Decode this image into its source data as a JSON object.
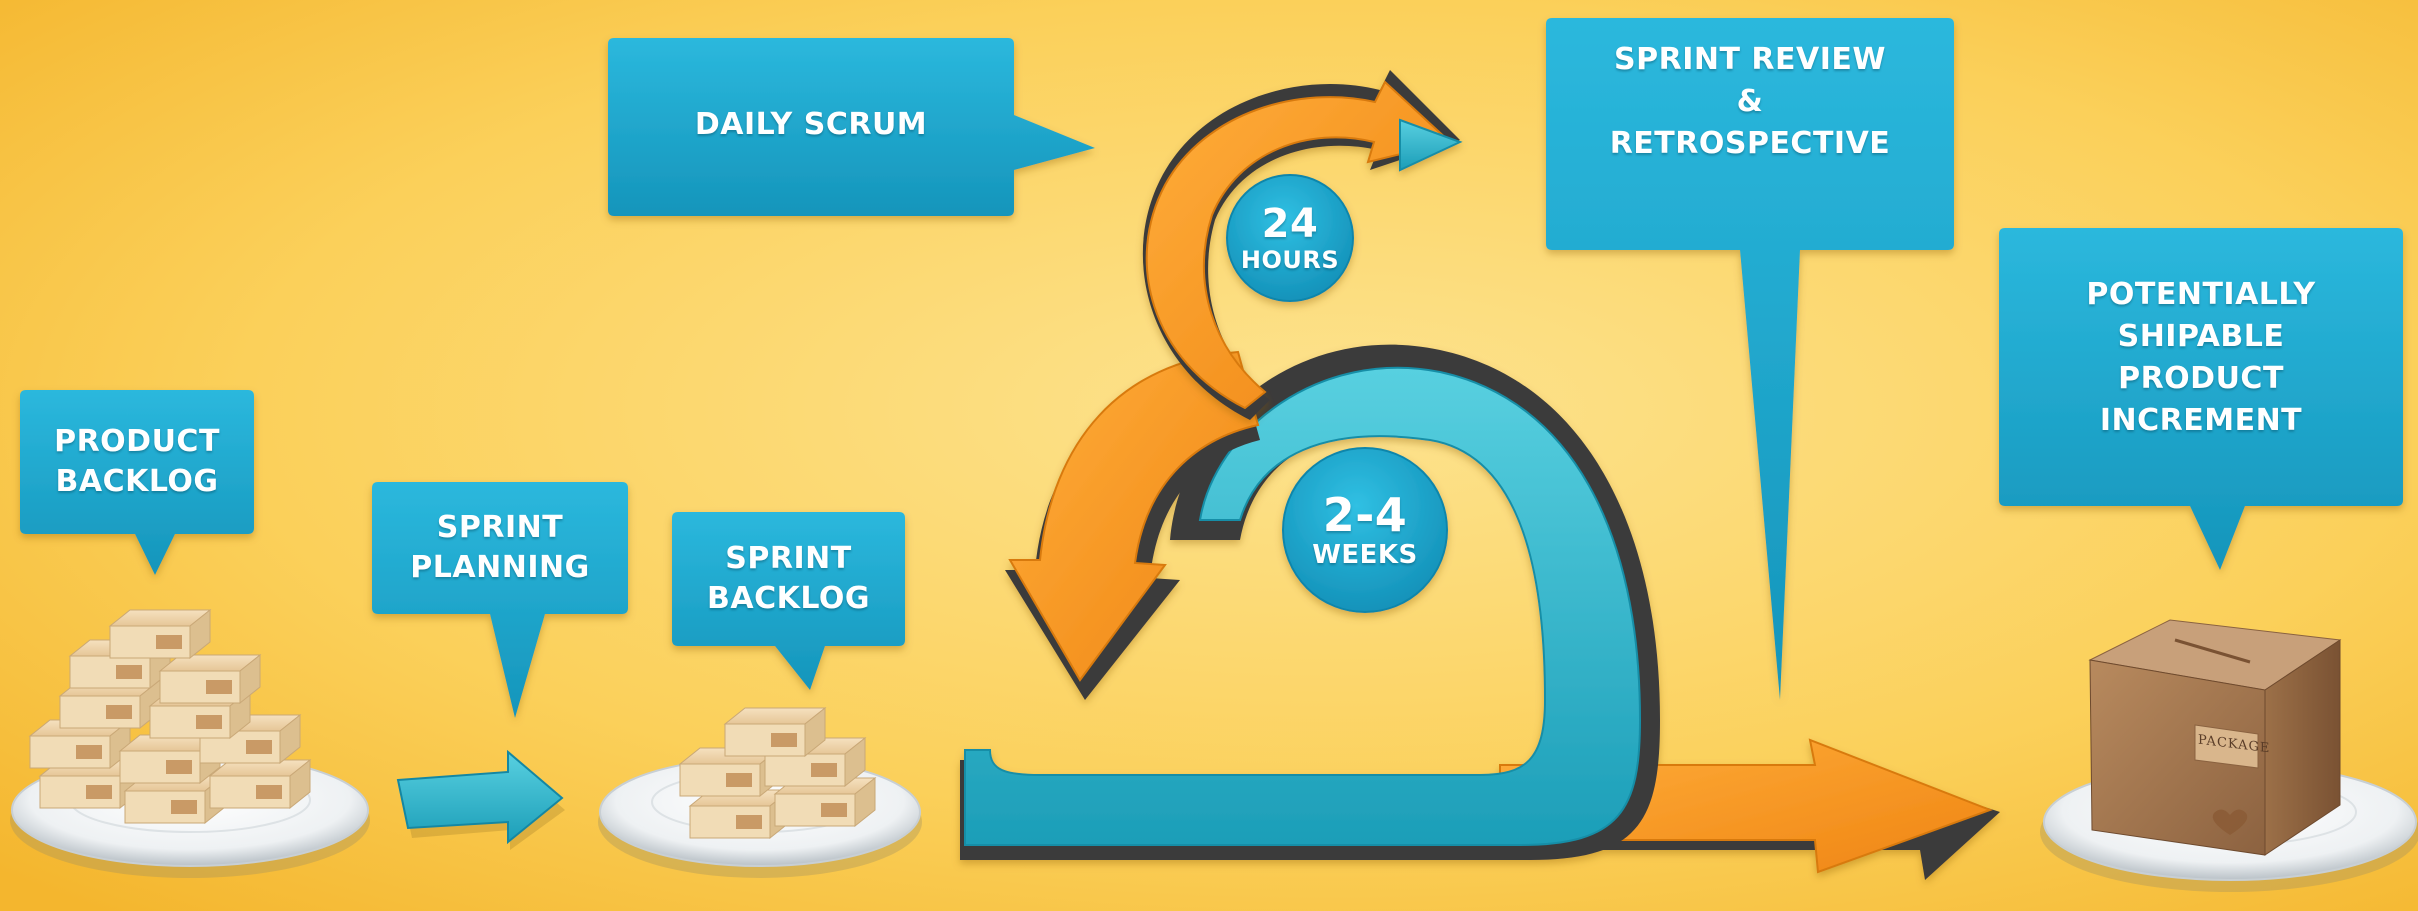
{
  "colors": {
    "background_light": "#fce58a",
    "background_dark": "#f6b82a",
    "callout": "#1aa6c9",
    "arrow_orange": "#f39418",
    "arrow_teal": "#23b2c8",
    "arrow_outline": "#3b3b3b"
  },
  "callouts": {
    "product_backlog": {
      "line1": "PRODUCT",
      "line2": "BACKLOG"
    },
    "sprint_planning": {
      "line1": "SPRINT",
      "line2": "PLANNING"
    },
    "sprint_backlog": {
      "line1": "SPRINT",
      "line2": "BACKLOG"
    },
    "daily_scrum": {
      "line1": "DAILY SCRUM"
    },
    "sprint_review": {
      "line1": "SPRINT REVIEW",
      "line2": "&",
      "line3": "RETROSPECTIVE"
    },
    "increment": {
      "line1": "POTENTIALLY",
      "line2": "SHIPABLE",
      "line3": "PRODUCT",
      "line4": "INCREMENT"
    }
  },
  "circles": {
    "daily": {
      "value": "24",
      "unit": "HOURS"
    },
    "sprint": {
      "value": "2-4",
      "unit": "WEEKS"
    }
  },
  "package": {
    "label": "PACKAGE"
  },
  "icons": [
    "backlog-boxes-icon",
    "sprint-backlog-boxes-icon",
    "package-box-icon",
    "arrow-right-icon"
  ]
}
